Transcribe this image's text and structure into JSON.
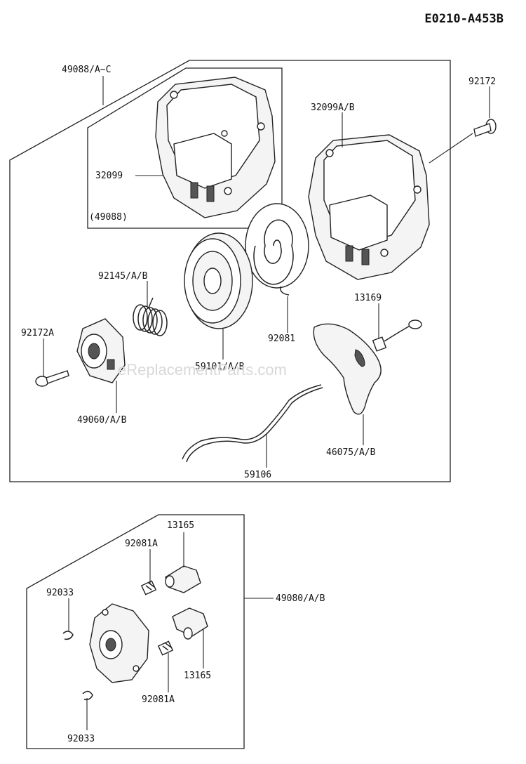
{
  "diagram_code": "E0210-A453B",
  "watermark": "eReplacementParts.com",
  "labels": {
    "p49088": "49088/A~C",
    "p92172": "92172",
    "p32099ab": "32099A/B",
    "p32099": "32099",
    "p49088_sub": "(49088)",
    "p92145": "92145/A/B",
    "p13169": "13169",
    "p92172a": "92172A",
    "p92081": "92081",
    "p59101": "59101/A/B",
    "p49060": "49060/A/B",
    "p46075": "46075/A/B",
    "p59106": "59106",
    "p13165_top": "13165",
    "p92081a_top": "92081A",
    "p92033_top": "92033",
    "p49080": "49080/A/B",
    "p13165_bot": "13165",
    "p92081a_bot": "92081A",
    "p92033_bot": "92033"
  }
}
